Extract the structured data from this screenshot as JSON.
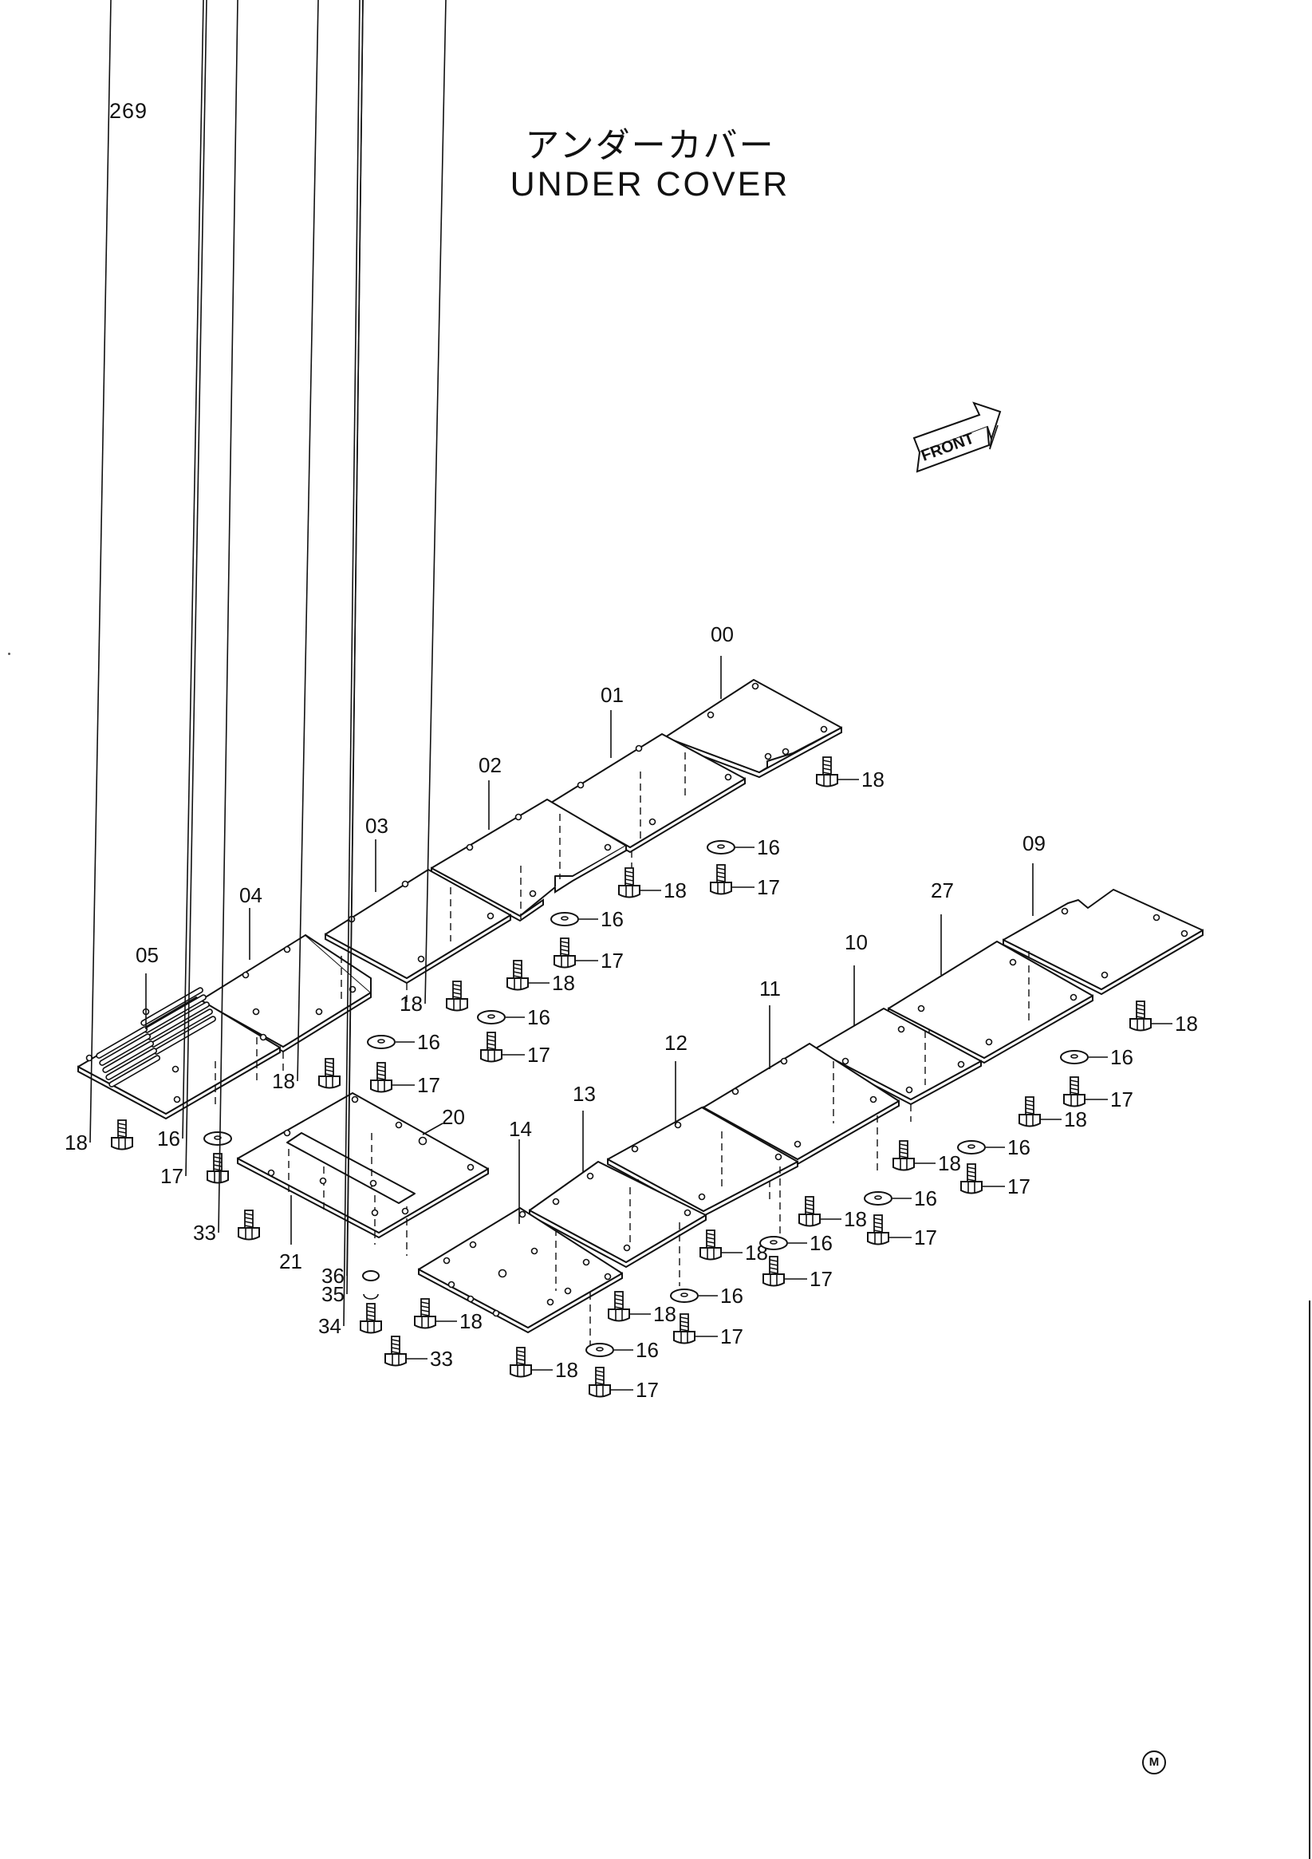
{
  "page": {
    "number": "269",
    "title_jp": "アンダーカバー",
    "title_en": "UNDER  COVER",
    "front_label": "FRONT",
    "mark": "M"
  },
  "labels": {
    "p00": "00",
    "p01": "01",
    "p02": "02",
    "p03": "03",
    "p04": "04",
    "p05": "05",
    "p09": "09",
    "p27": "27",
    "p10": "10",
    "p11": "11",
    "p12": "12",
    "p13": "13",
    "p14": "14",
    "p20": "20",
    "p21": "21",
    "bolt": "18",
    "washer": "16",
    "screw": "17",
    "p33": "33",
    "p34": "34",
    "p35": "35",
    "p36": "36"
  },
  "icons": {
    "front_arrow": "front-arrow-icon",
    "bolt": "bolt-icon",
    "washer": "washer-icon",
    "screw": "screw-icon",
    "mark": "circled-m-icon"
  }
}
